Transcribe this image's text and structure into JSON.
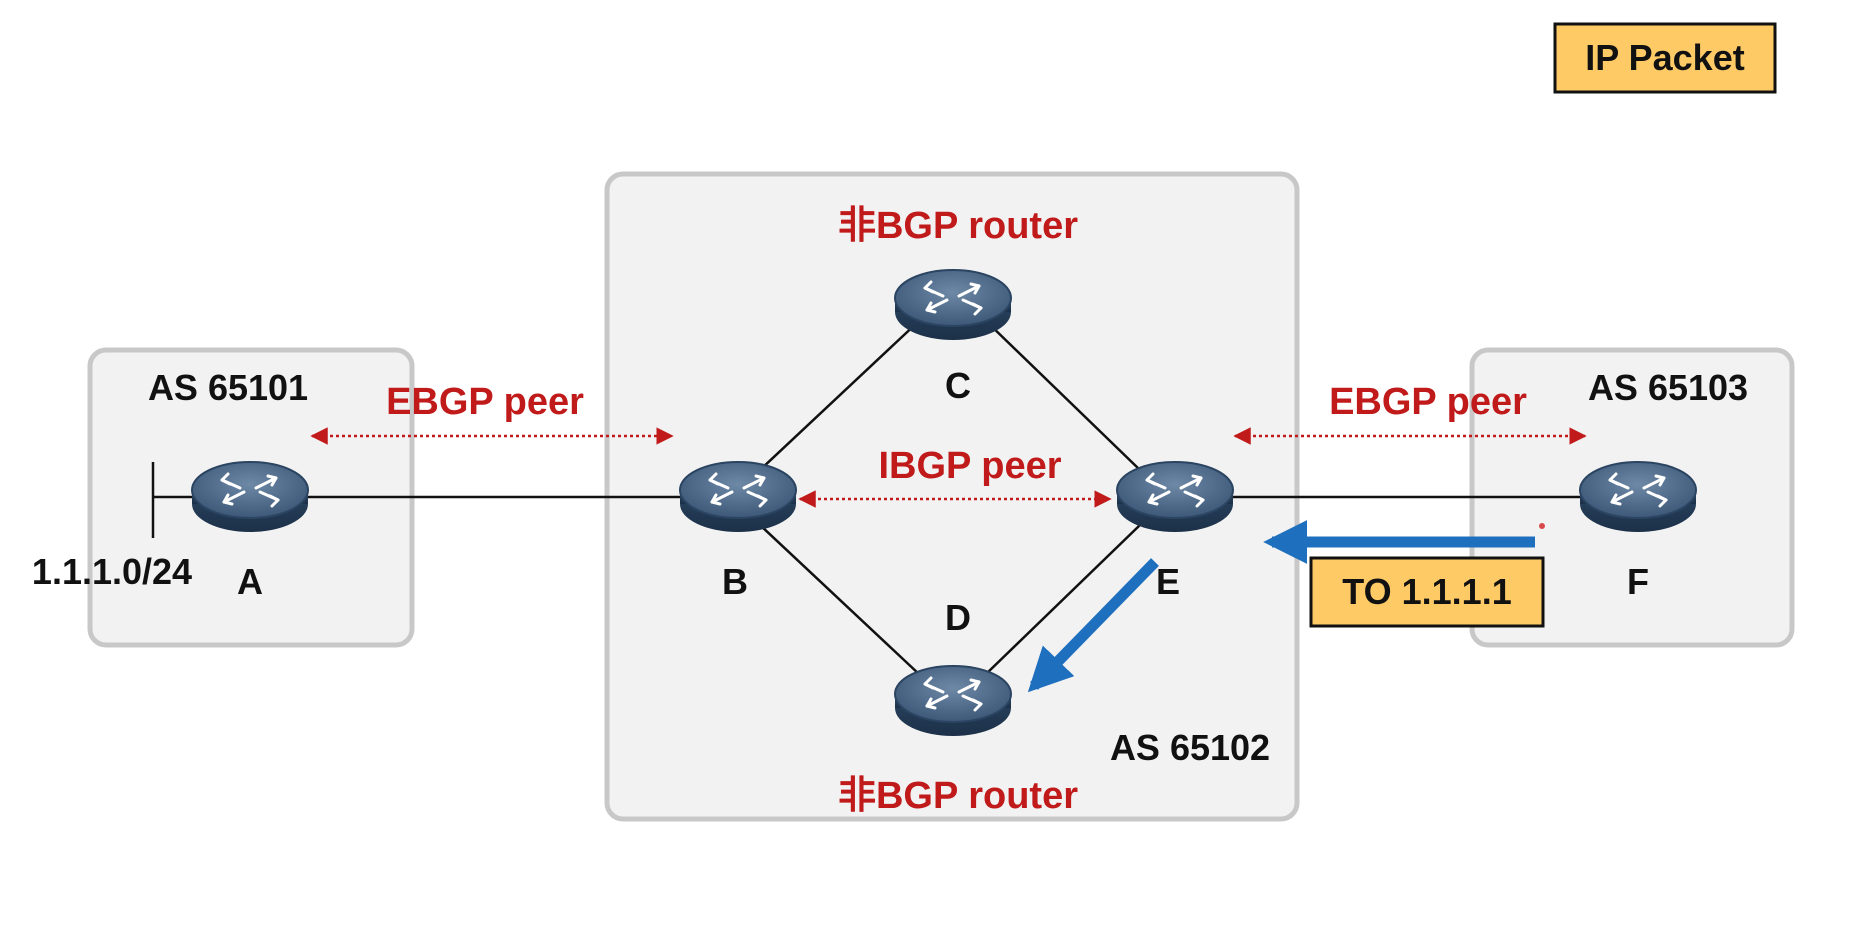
{
  "legend": {
    "ip_packet": "IP Packet"
  },
  "as_boxes": {
    "as1": "AS 65101",
    "as2": "AS 65102",
    "as3": "AS 65103"
  },
  "routers": {
    "A": "A",
    "B": "B",
    "C": "C",
    "D": "D",
    "E": "E",
    "F": "F"
  },
  "network": {
    "prefix": "1.1.1.0/24"
  },
  "peers": {
    "ebgp_left": "EBGP peer",
    "ebgp_right": "EBGP peer",
    "ibgp": "IBGP peer"
  },
  "non_bgp": {
    "top": "非BGP router",
    "bottom": "非BGP router"
  },
  "packet": {
    "label": "TO 1.1.1.1"
  },
  "colors": {
    "peer_red": "#c01a1a",
    "flow_blue": "#1f6fbf",
    "packet_fill": "#fdca66",
    "box_fill": "#f2f2f2",
    "box_stroke": "#c8c8c8"
  }
}
